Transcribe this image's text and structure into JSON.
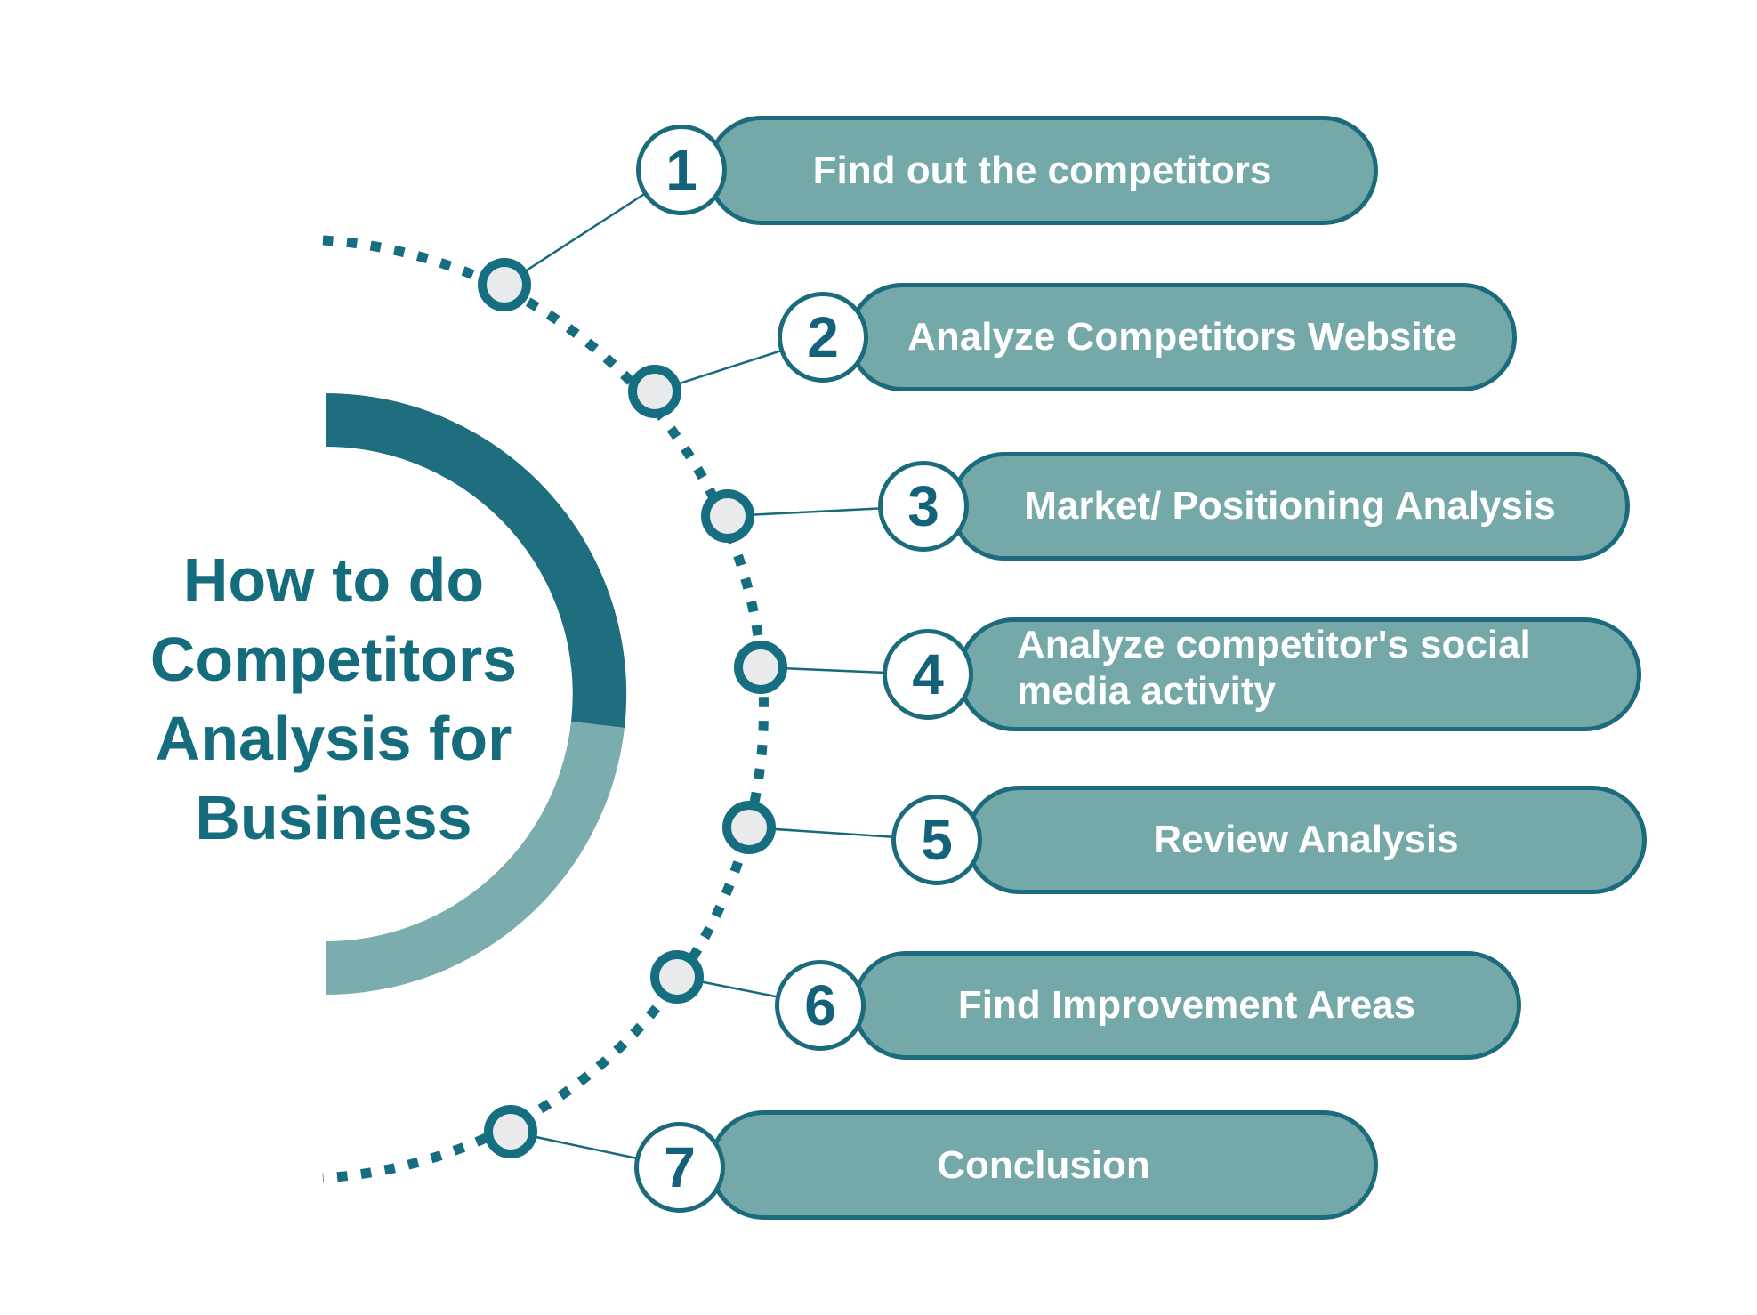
{
  "title": {
    "lines": [
      "How to do",
      "Competitors",
      "Analysis for",
      "Business"
    ]
  },
  "steps": [
    {
      "number": "1",
      "label": "Find out the competitors"
    },
    {
      "number": "2",
      "label": "Analyze Competitors Website"
    },
    {
      "number": "3",
      "label": "Market/ Positioning Analysis"
    },
    {
      "number": "4",
      "label": "Analyze competitor's social",
      "label2": "media activity"
    },
    {
      "number": "5",
      "label": "Review Analysis"
    },
    {
      "number": "6",
      "label": "Find Improvement Areas"
    },
    {
      "number": "7",
      "label": "Conclusion"
    }
  ],
  "colors": {
    "dark_teal_border": "#1B6B7C",
    "pill_fill": "#74A8A9",
    "donut_dark": "#1E6E80",
    "donut_light": "#7BACAE",
    "dotted_arc": "#156D7F",
    "node_fill": "#E9EAEC",
    "title_text": "#156C7D",
    "number_text": "#14627A",
    "pill_text": "#FFFFFF",
    "background": "#FFFFFF"
  }
}
